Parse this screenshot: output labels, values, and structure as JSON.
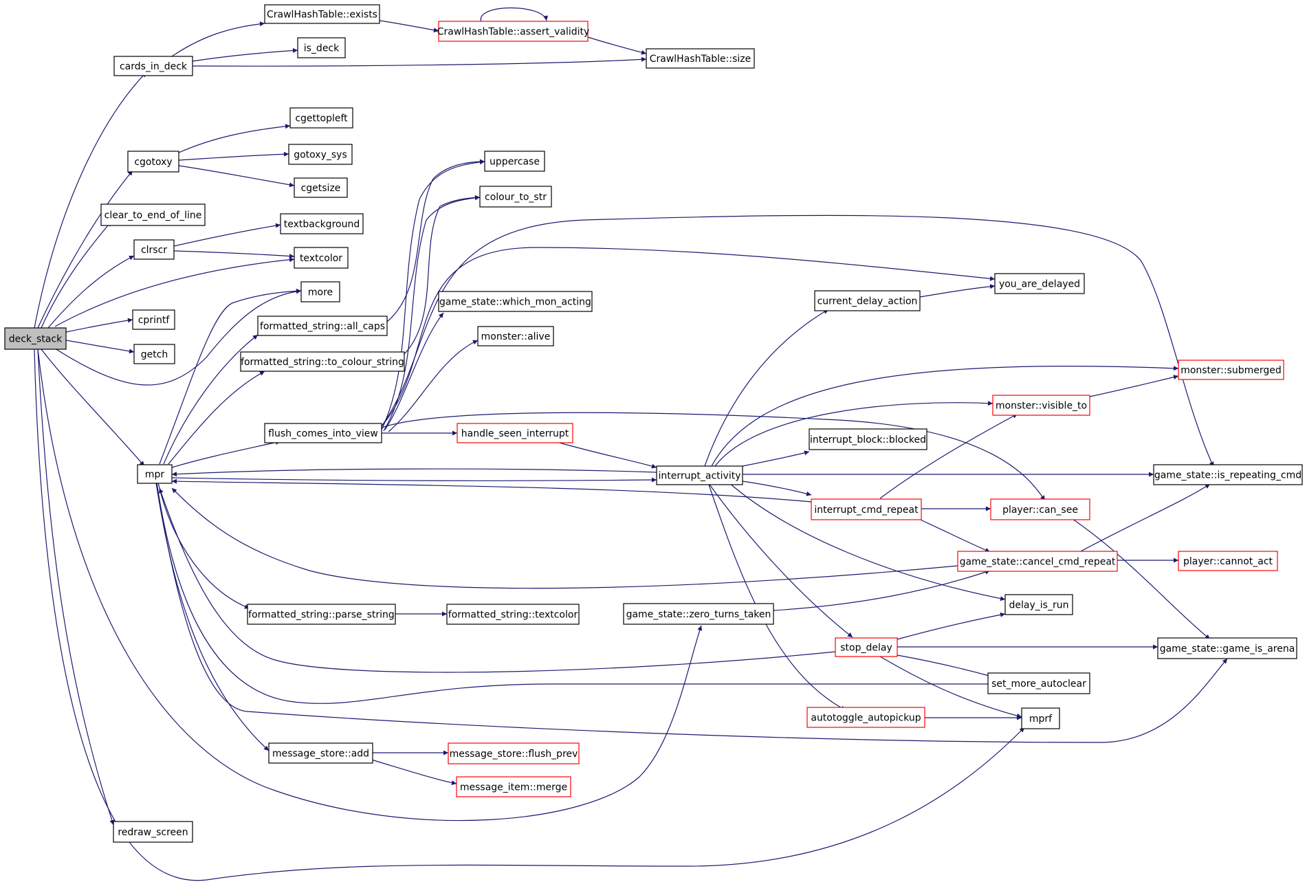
{
  "graph": {
    "edge_color": "#191970",
    "box_border": "#000000",
    "truncated_border": "#ff0000",
    "root_fill": "#bfbfbf",
    "nodes": {
      "deck_stack": {
        "label": "deck_stack",
        "truncated": false,
        "root": true
      },
      "cards_in_deck": {
        "label": "cards_in_deck",
        "truncated": false
      },
      "crawl_exists": {
        "label": "CrawlHashTable::exists",
        "truncated": false
      },
      "crawl_assert": {
        "label": "CrawlHashTable::assert_validity",
        "truncated": true
      },
      "crawl_size": {
        "label": "CrawlHashTable::size",
        "truncated": false
      },
      "is_deck": {
        "label": "is_deck",
        "truncated": false
      },
      "cgettopleft": {
        "label": "cgettopleft",
        "truncated": false
      },
      "cgotoxy": {
        "label": "cgotoxy",
        "truncated": false
      },
      "gotoxy_sys": {
        "label": "gotoxy_sys",
        "truncated": false
      },
      "cgetsize": {
        "label": "cgetsize",
        "truncated": false
      },
      "clear_to_end": {
        "label": "clear_to_end_of_line",
        "truncated": false
      },
      "textbackground": {
        "label": "textbackground",
        "truncated": false
      },
      "clrscr": {
        "label": "clrscr",
        "truncated": false
      },
      "textcolor": {
        "label": "textcolor",
        "truncated": false
      },
      "more": {
        "label": "more",
        "truncated": false
      },
      "cprintf": {
        "label": "cprintf",
        "truncated": false
      },
      "getch": {
        "label": "getch",
        "truncated": false
      },
      "uppercase": {
        "label": "uppercase",
        "truncated": false
      },
      "colour_to_str": {
        "label": "colour_to_str",
        "truncated": false
      },
      "fs_all_caps": {
        "label": "formatted_string::all_caps",
        "truncated": false
      },
      "fs_to_colour": {
        "label": "formatted_string::to_colour_string",
        "truncated": false
      },
      "which_mon": {
        "label": "game_state::which_mon_acting",
        "truncated": false
      },
      "monster_alive": {
        "label": "monster::alive",
        "truncated": false
      },
      "flush_cv": {
        "label": "flush_comes_into_view",
        "truncated": false
      },
      "handle_seen": {
        "label": "handle_seen_interrupt",
        "truncated": true
      },
      "mpr": {
        "label": "mpr",
        "truncated": false
      },
      "interrupt_activity": {
        "label": "interrupt_activity",
        "truncated": false
      },
      "current_delay": {
        "label": "current_delay_action",
        "truncated": false
      },
      "you_are_delayed": {
        "label": "you_are_delayed",
        "truncated": false
      },
      "submerged": {
        "label": "monster::submerged",
        "truncated": true
      },
      "visible_to": {
        "label": "monster::visible_to",
        "truncated": true
      },
      "ib_blocked": {
        "label": "interrupt_block::blocked",
        "truncated": false
      },
      "is_repeating": {
        "label": "game_state::is_repeating_cmd",
        "truncated": false
      },
      "int_cmd_repeat": {
        "label": "interrupt_cmd_repeat",
        "truncated": true
      },
      "can_see": {
        "label": "player::can_see",
        "truncated": true
      },
      "cancel_cmd": {
        "label": "game_state::cancel_cmd_repeat",
        "truncated": true
      },
      "cannot_act": {
        "label": "player::cannot_act",
        "truncated": true
      },
      "fs_parse": {
        "label": "formatted_string::parse_string",
        "truncated": false
      },
      "fs_textcolor": {
        "label": "formatted_string::textcolor",
        "truncated": false
      },
      "zero_turns": {
        "label": "game_state::zero_turns_taken",
        "truncated": false
      },
      "delay_is_run": {
        "label": "delay_is_run",
        "truncated": false
      },
      "stop_delay": {
        "label": "stop_delay",
        "truncated": true
      },
      "game_is_arena": {
        "label": "game_state::game_is_arena",
        "truncated": false
      },
      "set_more": {
        "label": "set_more_autoclear",
        "truncated": false
      },
      "autotoggle": {
        "label": "autotoggle_autopickup",
        "truncated": true
      },
      "mprf": {
        "label": "mprf",
        "truncated": false
      },
      "ms_add": {
        "label": "message_store::add",
        "truncated": false
      },
      "ms_flush_prev": {
        "label": "message_store::flush_prev",
        "truncated": true
      },
      "mi_merge": {
        "label": "message_item::merge",
        "truncated": true
      },
      "redraw_screen": {
        "label": "redraw_screen",
        "truncated": false
      }
    }
  }
}
